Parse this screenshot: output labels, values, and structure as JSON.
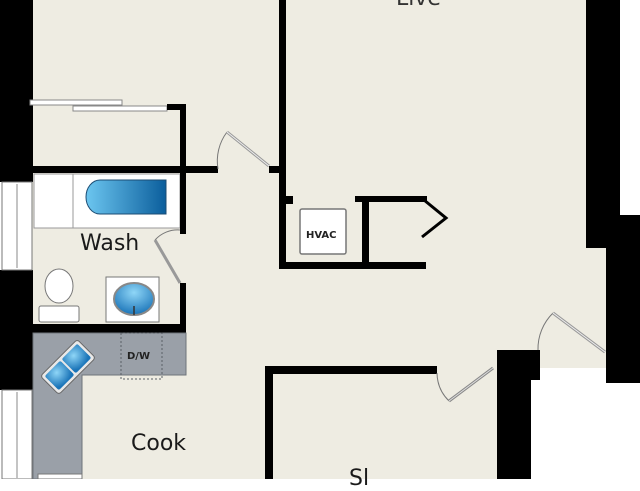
{
  "plan": {
    "title": "Apartment floor plan",
    "colors": {
      "floor": "#eeece2",
      "wall": "#000000",
      "counter": "#9aa0a8",
      "fixture_blue": "#3a9ad6",
      "fixture_white": "#ffffff",
      "exterior": "#ffffff"
    },
    "rooms": {
      "live": "Live",
      "wash": "Wash",
      "cook": "Cook",
      "sleep": "Sl"
    },
    "fixtures": {
      "hvac": "HVAC",
      "dishwasher": "D/W"
    }
  }
}
